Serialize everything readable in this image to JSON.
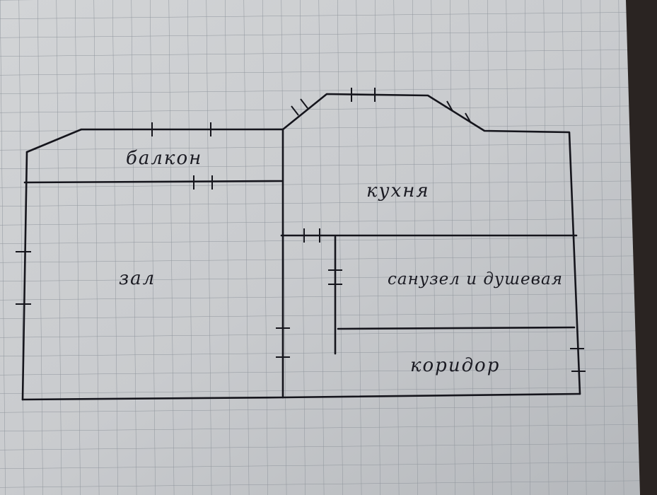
{
  "plan": {
    "rooms": {
      "balcony": "балкон",
      "kitchen": "кухня",
      "hall": "зал",
      "bathroom": "санузел и душевая",
      "corridor": "коридор"
    }
  }
}
